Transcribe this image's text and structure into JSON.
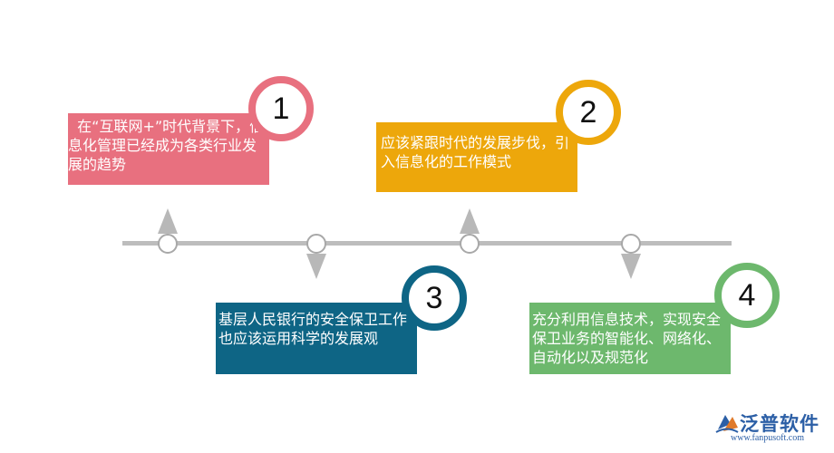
{
  "steps": [
    {
      "number": "1",
      "text": "  在“互联网+”时代背景下，信息化管理已经成为各类行业发展的趋势",
      "color": "#e8707f"
    },
    {
      "number": "2",
      "text": "应该紧跟时代的发展步伐，引入信息化的工作模式",
      "color": "#eda70b"
    },
    {
      "number": "3",
      "text": "基层人民银行的安全保卫工作也应该运用科学的发展观",
      "color": "#0e6585"
    },
    {
      "number": "4",
      "text": "充分利用信息技术，实现安全保卫业务的智能化、网络化、自动化以及规范化",
      "color": "#6db86d"
    }
  ],
  "logo": {
    "name": "泛普软件",
    "url": "www.fanpusoft.com"
  }
}
